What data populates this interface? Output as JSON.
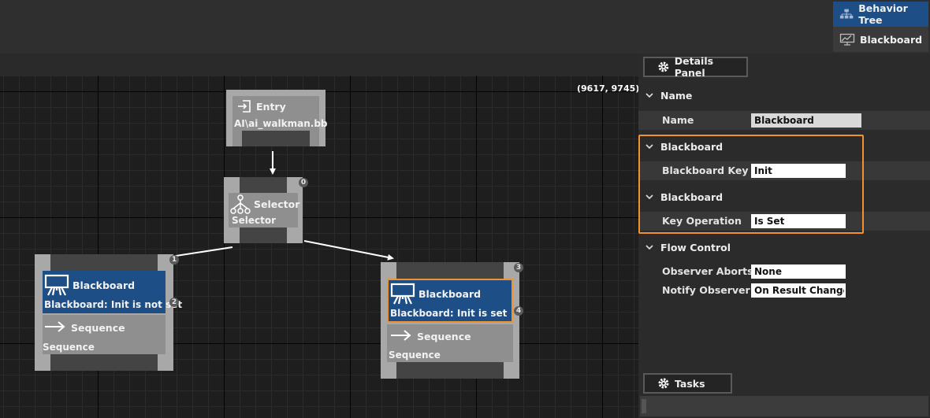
{
  "modes": {
    "behavior_tree": "Behavior Tree",
    "blackboard": "Blackboard"
  },
  "canvas": {
    "coordinates": "(9617, 9745)"
  },
  "nodes": {
    "entry": {
      "title": "Entry",
      "subtitle": "AI\\ai_walkman.bb"
    },
    "selector": {
      "title": "Selector",
      "subtitle": "Selector",
      "index": "0"
    },
    "left_decorator": {
      "title": "Blackboard",
      "subtitle": "Blackboard: Init is not set",
      "index": "2"
    },
    "left_sequence": {
      "title": "Sequence",
      "subtitle": "Sequence",
      "index": "1"
    },
    "right_decorator": {
      "title": "Blackboard",
      "subtitle": "Blackboard: Init is set",
      "index": "4"
    },
    "right_sequence": {
      "title": "Sequence",
      "subtitle": "Sequence",
      "index": "3"
    }
  },
  "details_panel": {
    "tab_label": "Details Panel",
    "sections": {
      "name": {
        "header": "Name",
        "rows": [
          {
            "label": "Name",
            "value": "Blackboard"
          }
        ]
      },
      "blackboard_key": {
        "header": "Blackboard",
        "rows": [
          {
            "label": "Blackboard Key",
            "value": "Init"
          }
        ]
      },
      "blackboard_op": {
        "header": "Blackboard",
        "rows": [
          {
            "label": "Key Operation",
            "value": "Is Set"
          }
        ]
      },
      "flow_control": {
        "header": "Flow Control",
        "rows": [
          {
            "label": "Observer Aborts",
            "value": "None"
          },
          {
            "label": "Notify Observer",
            "value": "On Result Change"
          }
        ]
      }
    }
  },
  "tasks_panel": {
    "tab_label": "Tasks"
  },
  "colors": {
    "accent_blue": "#1d4f86",
    "highlight_orange": "#f0932f",
    "node_gray": "#a8a8a8"
  }
}
